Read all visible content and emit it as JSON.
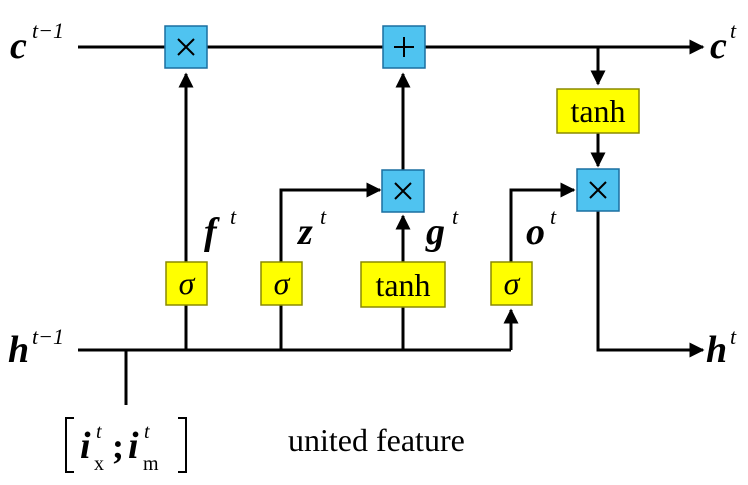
{
  "labels": {
    "c_prev": "c",
    "c_prev_sup": "t−1",
    "c_next": "c",
    "c_next_sup": "t",
    "h_prev": "h",
    "h_prev_sup": "t−1",
    "h_next": "h",
    "h_next_sup": "t",
    "f": "f",
    "f_sup": "t",
    "z": "z",
    "z_sup": "t",
    "g": "g",
    "g_sup": "t",
    "o": "o",
    "o_sup": "t",
    "input_ix": "i",
    "input_ix_sup": "t",
    "input_ix_sub": "x",
    "input_sep": ";",
    "input_im": "i",
    "input_im_sup": "t",
    "input_im_sub": "m",
    "caption": "united feature"
  },
  "gates": {
    "sigma": "σ",
    "tanh": "tanh"
  },
  "colors": {
    "operator_fill": "#4fc3f0",
    "activation_fill": "#ffff00",
    "line": "#000000"
  }
}
